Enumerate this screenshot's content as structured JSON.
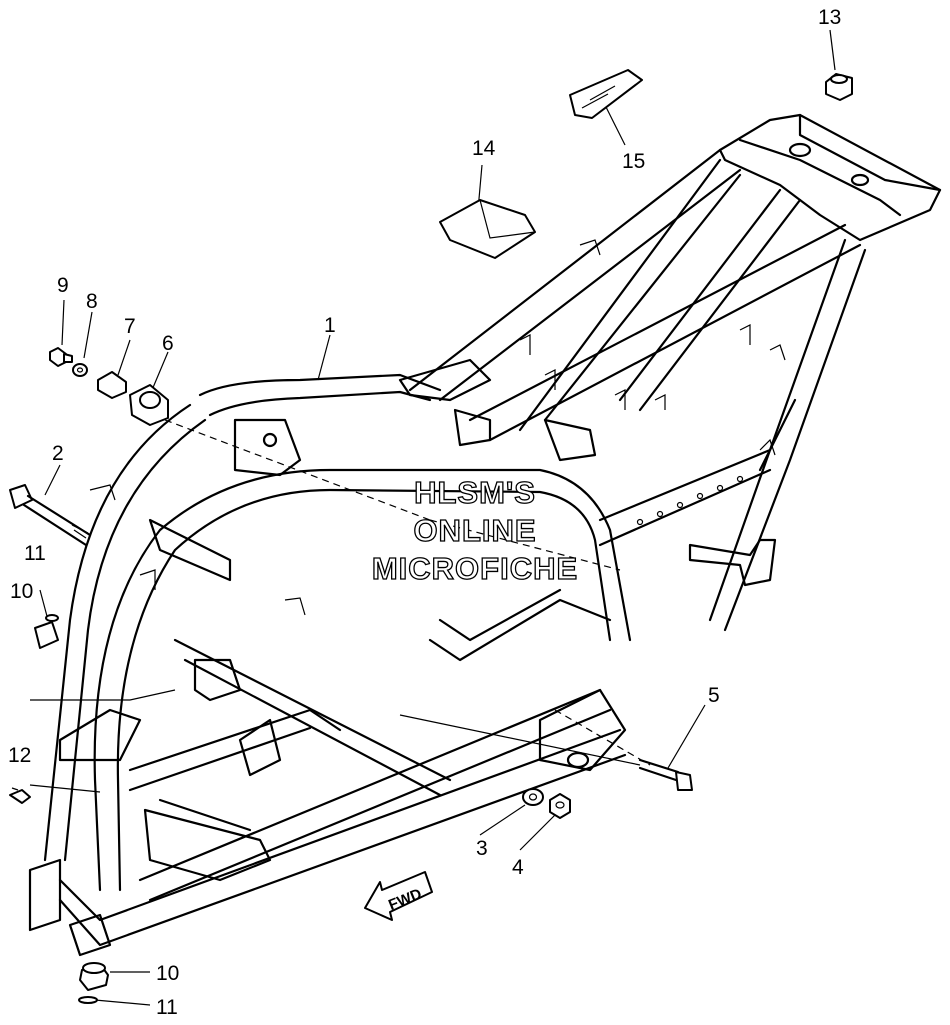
{
  "callouts": {
    "c1": "1",
    "c2": "2",
    "c3": "3",
    "c4": "4",
    "c5": "5",
    "c6": "6",
    "c7": "7",
    "c8": "8",
    "c9": "9",
    "c10a": "10",
    "c10b": "10",
    "c11a": "11",
    "c11b": "11",
    "c12": "12",
    "c13": "13",
    "c14": "14",
    "c15": "15"
  },
  "watermark": {
    "line1": "HLSM'S",
    "line2": "ONLINE",
    "line3": "MICROFICHE"
  },
  "fwd_label": "FWD",
  "colors": {
    "line": "#000000",
    "background": "#ffffff"
  }
}
